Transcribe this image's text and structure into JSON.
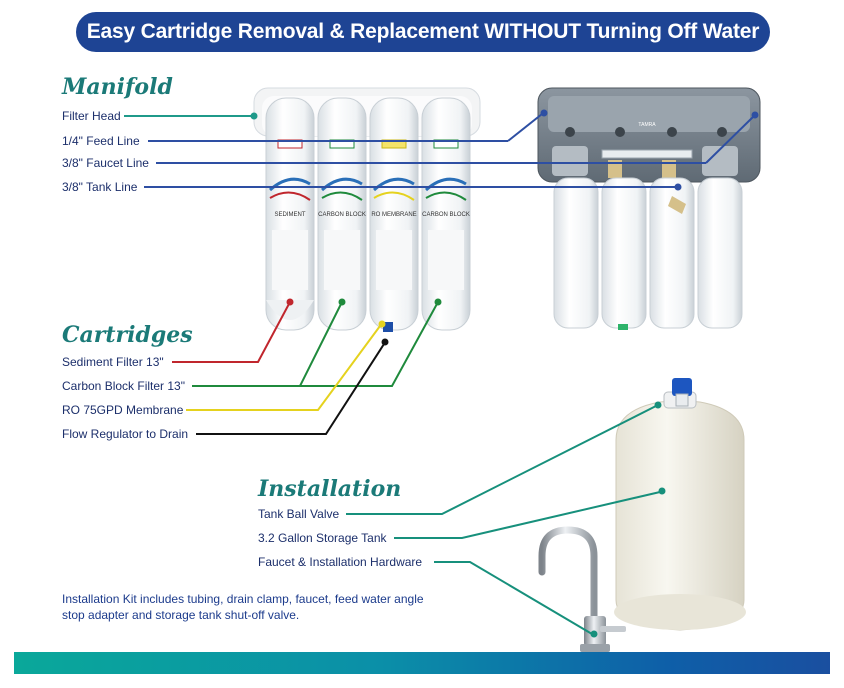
{
  "banner": {
    "title": "Easy Cartridge Removal & Replacement WITHOUT Turning Off Water"
  },
  "sections": {
    "manifold": {
      "heading": "Manifold",
      "labels": [
        "Filter Head",
        "1/4\" Feed Line",
        "3/8\" Faucet Line",
        "3/8\" Tank Line"
      ]
    },
    "cartridges": {
      "heading": "Cartridges",
      "labels": [
        "Sediment Filter 13\"",
        "Carbon Block Filter 13\"",
        "RO 75GPD Membrane",
        "Flow Regulator to Drain"
      ]
    },
    "installation": {
      "heading": "Installation",
      "labels": [
        "Tank Ball Valve",
        "3.2 Gallon Storage Tank",
        "Faucet & Installation Hardware"
      ]
    }
  },
  "cartridge_names": [
    "SEDIMENT",
    "CARBON BLOCK",
    "RO MEMBRANE",
    "CARBON BLOCK"
  ],
  "manifold_back_label": "TAMRA",
  "note": "Installation Kit includes tubing, drain clamp, faucet, feed water angle stop adapter and storage tank shut-off valve.",
  "colors": {
    "banner": "#1e4494",
    "heading": "#1b7a78",
    "label_text": "#1c2f6b",
    "manifold_line": "#2e4fa3",
    "filter_head_line": "#1f9a8a",
    "sediment": "#c0262d",
    "carbon": "#1f8a3c",
    "ro": "#e5d21e",
    "drain": "#111111",
    "installation_line": "#17907c"
  },
  "icons": [
    "teal-dot-icon",
    "faucet-icon",
    "storage-tank-icon",
    "ball-valve-icon"
  ]
}
